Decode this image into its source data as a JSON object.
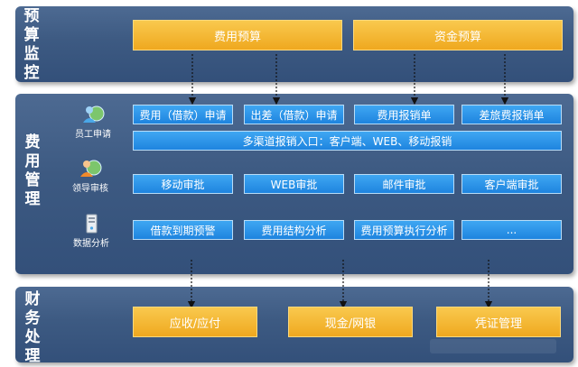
{
  "sections": {
    "budget": "预算监控",
    "expense": "费用管理",
    "finance": "财务处理"
  },
  "budget_boxes": [
    "费用预算",
    "资金预算"
  ],
  "roles": [
    "员工申请",
    "领导审核",
    "数据分析"
  ],
  "apply_boxes": [
    "费用（借款）申请",
    "出差（借款）申请",
    "费用报销单",
    "差旅费报销单"
  ],
  "channel_bar": "多渠道报销入口：客户端、WEB、移动报销",
  "approve_boxes": [
    "移动审批",
    "WEB审批",
    "邮件审批",
    "客户端审批"
  ],
  "analysis_boxes": [
    "借款到期预警",
    "费用结构分析",
    "费用预算执行分析",
    "..."
  ],
  "finance_boxes": [
    "应收/应付",
    "现金/网银",
    "凭证管理"
  ],
  "icons": [
    "employee-icon",
    "leader-icon",
    "analysis-icon"
  ],
  "colors": {
    "panel": "#3d5a82",
    "orange": "#efa81f",
    "blue": "#1e84df"
  }
}
